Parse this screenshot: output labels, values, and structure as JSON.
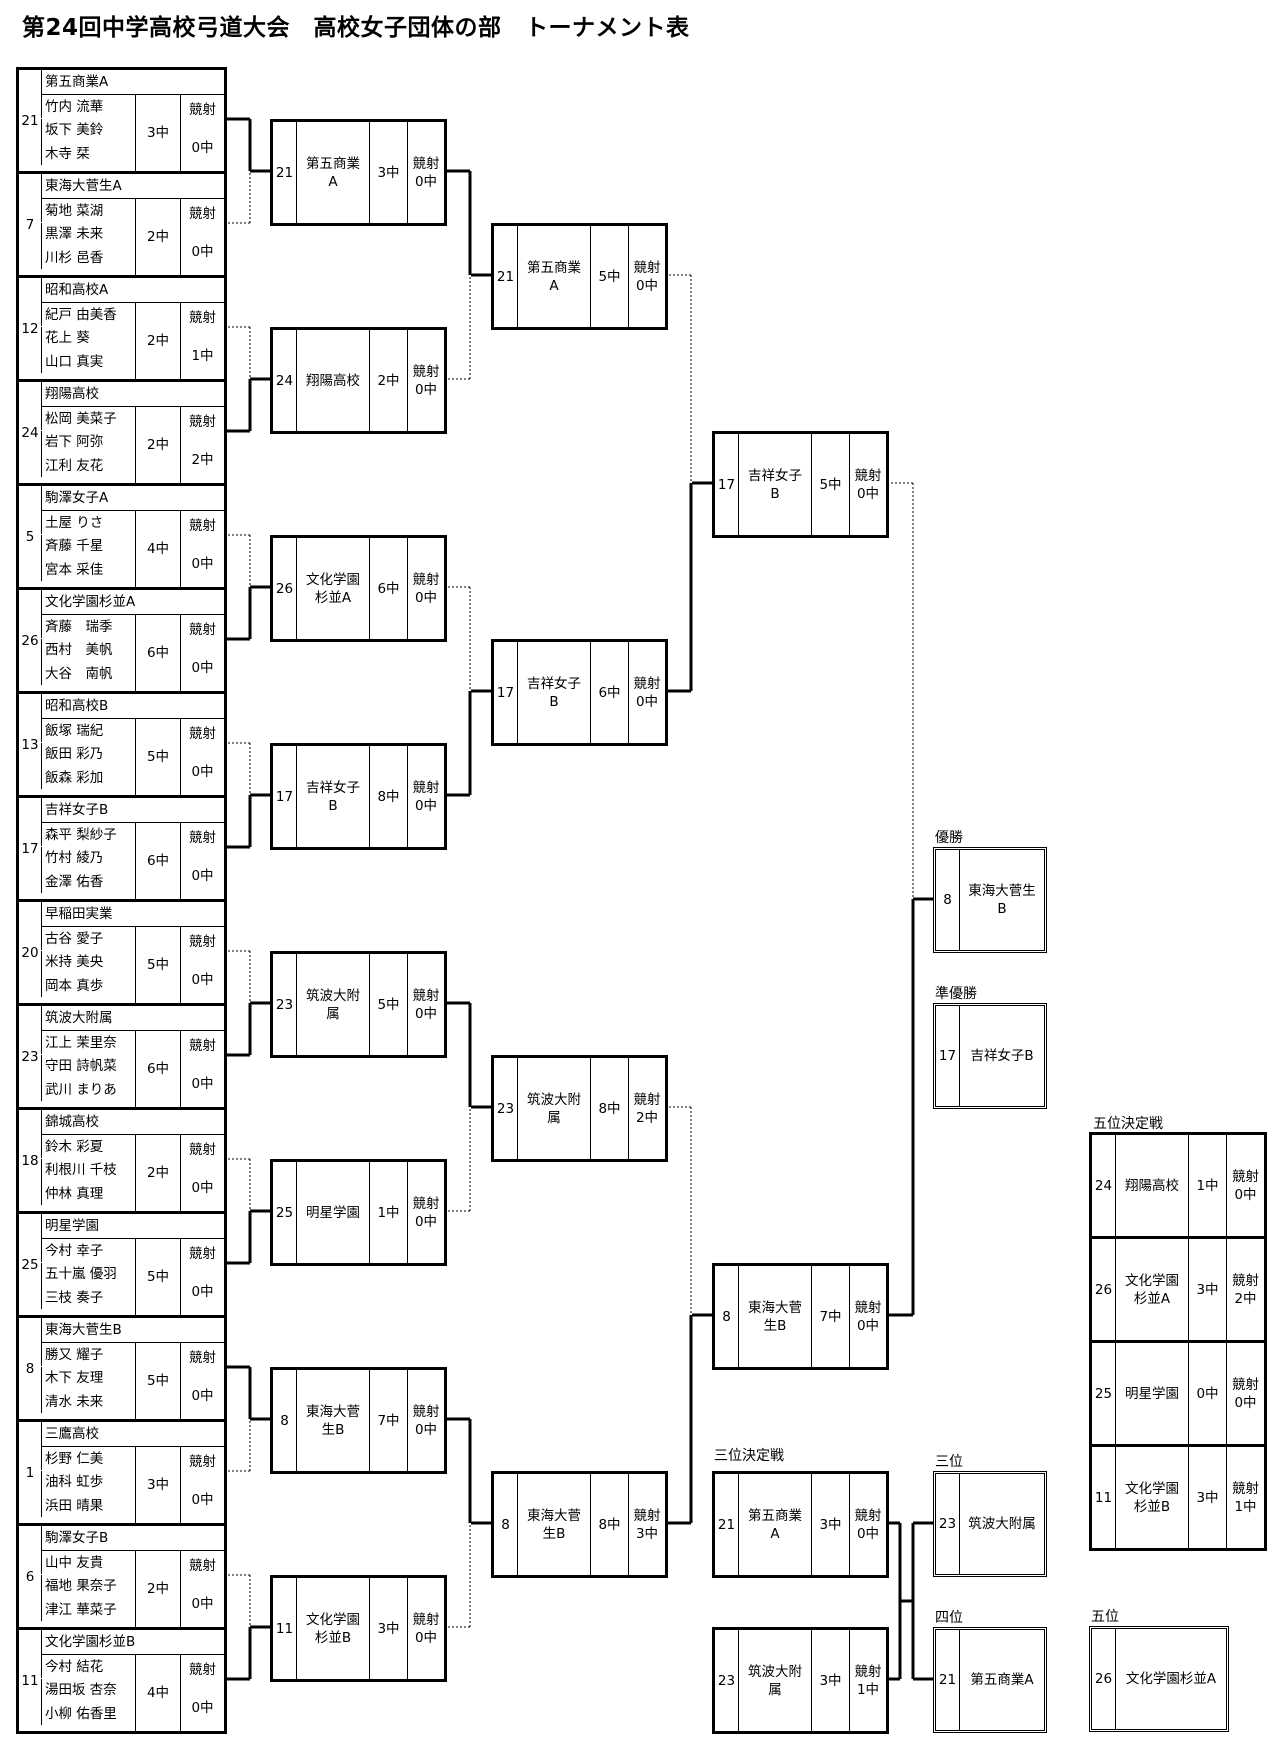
{
  "title": "第24回中学高校弓道大会　高校女子団体の部　トーナメント表",
  "kyosha_label": "競射",
  "teams": [
    {
      "seed": "21",
      "school": "第五商業A",
      "members": [
        "竹内 流華",
        "坂下 美鈴",
        "木寺 栞"
      ],
      "hits": "3中",
      "shoot_off": "0中",
      "winner": true
    },
    {
      "seed": "7",
      "school": "東海大菅生A",
      "members": [
        "菊地 菜湖",
        "黒澤 未来",
        "川杉 邑香"
      ],
      "hits": "2中",
      "shoot_off": "0中",
      "winner": false
    },
    {
      "seed": "12",
      "school": "昭和高校A",
      "members": [
        "紀戸 由美香",
        "花上 葵",
        "山口 真実"
      ],
      "hits": "2中",
      "shoot_off": "1中",
      "winner": false
    },
    {
      "seed": "24",
      "school": "翔陽高校",
      "members": [
        "松岡 美菜子",
        "岩下 阿弥",
        "江利 友花"
      ],
      "hits": "2中",
      "shoot_off": "2中",
      "winner": true
    },
    {
      "seed": "5",
      "school": "駒澤女子A",
      "members": [
        "土屋 りさ",
        "斉藤 千星",
        "宮本 采佳"
      ],
      "hits": "4中",
      "shoot_off": "0中",
      "winner": false
    },
    {
      "seed": "26",
      "school": "文化学園杉並A",
      "members": [
        "斉藤　瑞季",
        "西村　美帆",
        "大谷　南帆"
      ],
      "hits": "6中",
      "shoot_off": "0中",
      "winner": true
    },
    {
      "seed": "13",
      "school": "昭和高校B",
      "members": [
        "飯塚 瑞紀",
        "飯田 彩乃",
        "飯森 彩加"
      ],
      "hits": "5中",
      "shoot_off": "0中",
      "winner": false
    },
    {
      "seed": "17",
      "school": "吉祥女子B",
      "members": [
        "森平 梨紗子",
        "竹村 綾乃",
        "金澤 佑香"
      ],
      "hits": "6中",
      "shoot_off": "0中",
      "winner": true
    },
    {
      "seed": "20",
      "school": "早稲田実業",
      "members": [
        "古谷 愛子",
        "米持 美央",
        "岡本 真歩"
      ],
      "hits": "5中",
      "shoot_off": "0中",
      "winner": false
    },
    {
      "seed": "23",
      "school": "筑波大附属",
      "members": [
        "江上 茉里奈",
        "守田 詩帆菜",
        "武川 まりあ"
      ],
      "hits": "6中",
      "shoot_off": "0中",
      "winner": true
    },
    {
      "seed": "18",
      "school": "錦城高校",
      "members": [
        "鈴木 彩夏",
        "利根川 千枝",
        "仲林 真理"
      ],
      "hits": "2中",
      "shoot_off": "0中",
      "winner": false
    },
    {
      "seed": "25",
      "school": "明星学園",
      "members": [
        "今村 幸子",
        "五十嵐 優羽",
        "三枝 奏子"
      ],
      "hits": "5中",
      "shoot_off": "0中",
      "winner": true
    },
    {
      "seed": "8",
      "school": "東海大菅生B",
      "members": [
        "勝又 耀子",
        "木下 友理",
        "清水 未来"
      ],
      "hits": "5中",
      "shoot_off": "0中",
      "winner": true
    },
    {
      "seed": "1",
      "school": "三鷹高校",
      "members": [
        "杉野 仁美",
        "油科 虹歩",
        "浜田 晴果"
      ],
      "hits": "3中",
      "shoot_off": "0中",
      "winner": false
    },
    {
      "seed": "6",
      "school": "駒澤女子B",
      "members": [
        "山中 友貴",
        "福地 果奈子",
        "津江 華菜子"
      ],
      "hits": "2中",
      "shoot_off": "0中",
      "winner": false
    },
    {
      "seed": "11",
      "school": "文化学園杉並B",
      "members": [
        "今村 結花",
        "湯田坂 杏奈",
        "小柳 佑香里"
      ],
      "hits": "4中",
      "shoot_off": "0中",
      "winner": true
    }
  ],
  "rounds": [
    [
      {
        "seed": "21",
        "name": "第五商業A",
        "hits": "3中",
        "shoot_off": "0中",
        "winner": true
      },
      {
        "seed": "24",
        "name": "翔陽高校",
        "hits": "2中",
        "shoot_off": "0中",
        "winner": false
      },
      {
        "seed": "26",
        "name": "文化学園杉並A",
        "hits": "6中",
        "shoot_off": "0中",
        "winner": false
      },
      {
        "seed": "17",
        "name": "吉祥女子B",
        "hits": "8中",
        "shoot_off": "0中",
        "winner": true
      },
      {
        "seed": "23",
        "name": "筑波大附属",
        "hits": "5中",
        "shoot_off": "0中",
        "winner": true
      },
      {
        "seed": "25",
        "name": "明星学園",
        "hits": "1中",
        "shoot_off": "0中",
        "winner": false
      },
      {
        "seed": "8",
        "name": "東海大菅生B",
        "hits": "7中",
        "shoot_off": "0中",
        "winner": true
      },
      {
        "seed": "11",
        "name": "文化学園杉並B",
        "hits": "3中",
        "shoot_off": "0中",
        "winner": false
      }
    ],
    [
      {
        "seed": "21",
        "name": "第五商業A",
        "hits": "5中",
        "shoot_off": "0中",
        "winner": false
      },
      {
        "seed": "17",
        "name": "吉祥女子B",
        "hits": "6中",
        "shoot_off": "0中",
        "winner": true
      },
      {
        "seed": "23",
        "name": "筑波大附属",
        "hits": "8中",
        "shoot_off": "2中",
        "winner": false
      },
      {
        "seed": "8",
        "name": "東海大菅生B",
        "hits": "8中",
        "shoot_off": "3中",
        "winner": true
      }
    ],
    [
      {
        "seed": "17",
        "name": "吉祥女子B",
        "hits": "5中",
        "shoot_off": "0中",
        "winner": false
      },
      {
        "seed": "8",
        "name": "東海大菅生B",
        "hits": "7中",
        "shoot_off": "0中",
        "winner": true
      }
    ]
  ],
  "champion": {
    "label": "優勝",
    "seed": "8",
    "name": "東海大菅生B"
  },
  "runner_up": {
    "label": "準優勝",
    "seed": "17",
    "name": "吉祥女子B"
  },
  "third_place_match": {
    "label": "三位決定戦",
    "matches": [
      {
        "seed": "21",
        "name": "第五商業A",
        "hits": "3中",
        "shoot_off": "0中"
      },
      {
        "seed": "23",
        "name": "筑波大附属",
        "hits": "3中",
        "shoot_off": "1中"
      }
    ]
  },
  "third": {
    "label": "三位",
    "seed": "23",
    "name": "筑波大附属"
  },
  "fourth": {
    "label": "四位",
    "seed": "21",
    "name": "第五商業A"
  },
  "fifth_place_match": {
    "label": "五位決定戦",
    "matches": [
      {
        "seed": "24",
        "name": "翔陽高校",
        "hits": "1中",
        "shoot_off": "0中"
      },
      {
        "seed": "26",
        "name": "文化学園杉並A",
        "hits": "3中",
        "shoot_off": "2中"
      },
      {
        "seed": "25",
        "name": "明星学園",
        "hits": "0中",
        "shoot_off": "0中"
      },
      {
        "seed": "11",
        "name": "文化学園杉並B",
        "hits": "3中",
        "shoot_off": "1中"
      }
    ]
  },
  "fifth": {
    "label": "五位",
    "seed": "26",
    "name": "文化学園杉並A"
  }
}
